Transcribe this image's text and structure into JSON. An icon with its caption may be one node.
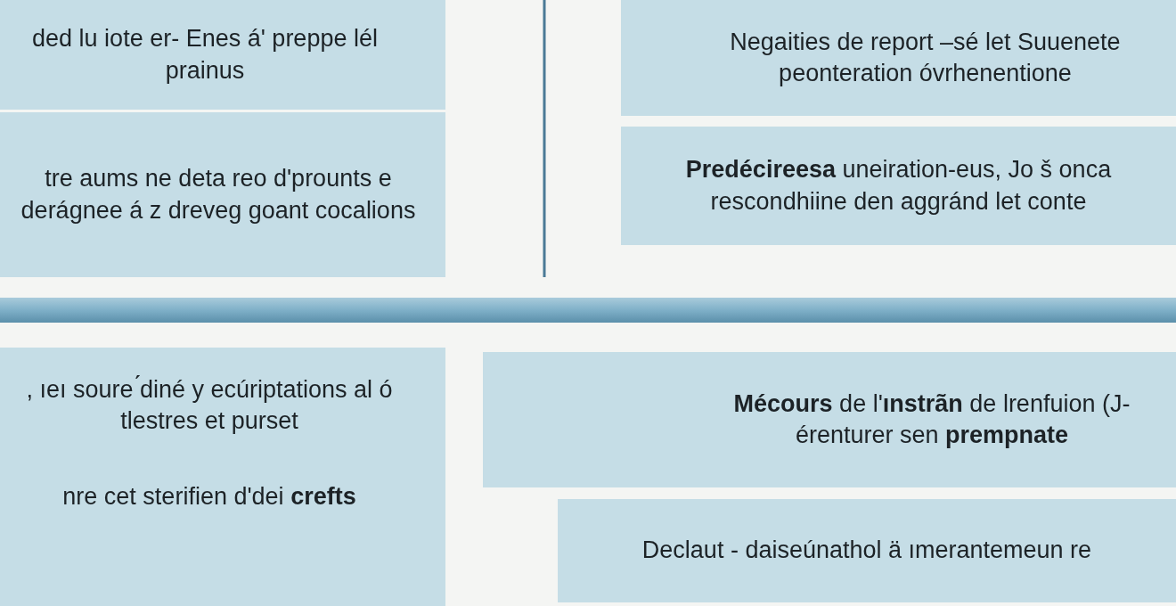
{
  "diagram": {
    "nodes": [
      {
        "text": [
          "ded lu iote er- Enes á' preppe lél prainus"
        ]
      },
      {
        "text": [
          "tre aums ne deta reo d'prounts e derágnee á z dreveg goant cocalions"
        ]
      },
      {
        "text": [
          "Negaities de report –sé let Suuenete peonteration óvrhenentione"
        ]
      },
      {
        "text": [
          "**Predécireesa** uneiration-eus, Jo š onca rescondhiine den aggránd let conte"
        ]
      },
      {
        "text": [],
        "shape": "bar"
      },
      {
        "text": [
          ", ıeı soure ́diné y ecúriptations al ó tlestres et purset",
          "nre cet sterifien d'dei **crefts**"
        ]
      },
      {
        "text": [
          "**Mécours** de l'**ınstrãn** de lrenfuion (J-érenturer sen **prempnate**"
        ]
      },
      {
        "text": [
          "Declaut - daiseúnathol ä ımerantemeun re"
        ]
      }
    ]
  }
}
